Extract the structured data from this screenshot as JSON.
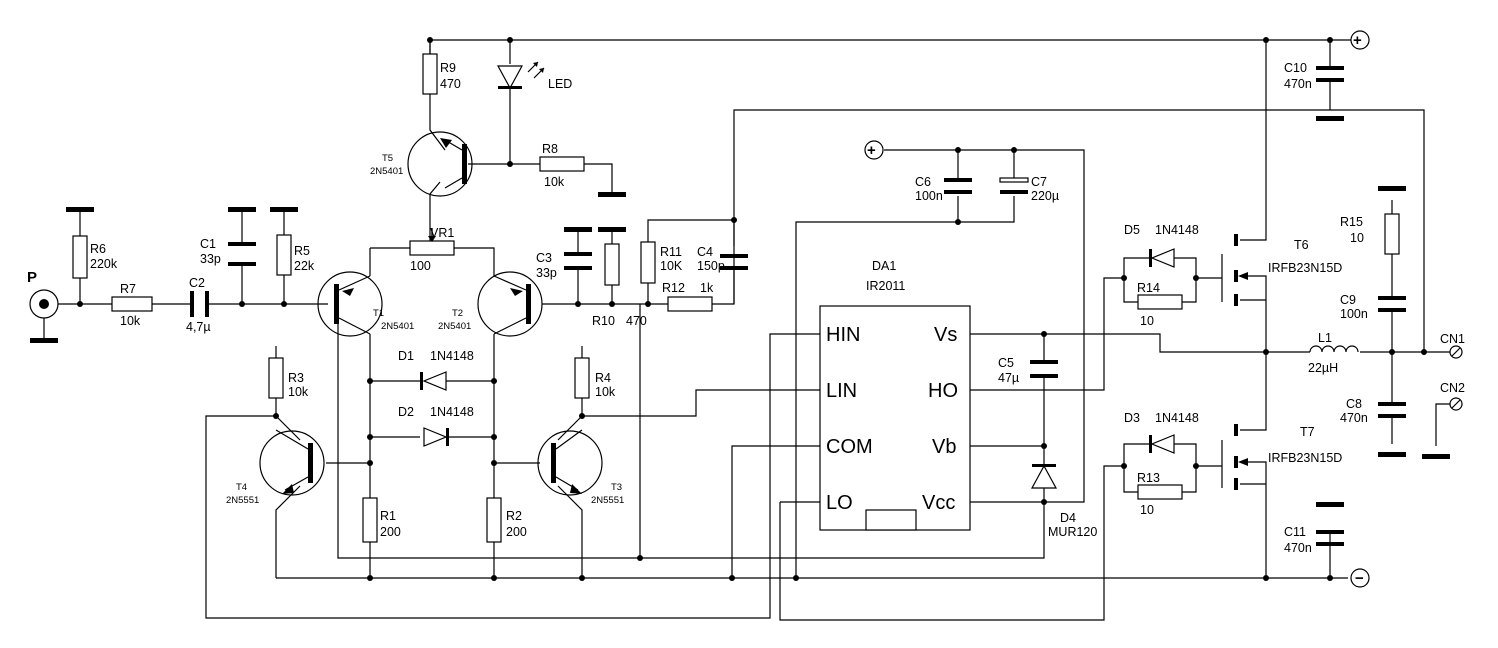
{
  "components": {
    "R1": {
      "name": "R1",
      "value": "200"
    },
    "R2": {
      "name": "R2",
      "value": "200"
    },
    "R3": {
      "name": "R3",
      "value": "10k"
    },
    "R4": {
      "name": "R4",
      "value": "10k"
    },
    "R5": {
      "name": "R5",
      "value": "22k"
    },
    "R6": {
      "name": "R6",
      "value": "220k"
    },
    "R7": {
      "name": "R7",
      "value": "10k"
    },
    "R8": {
      "name": "R8",
      "value": "10k"
    },
    "R9": {
      "name": "R9",
      "value": "470"
    },
    "R10": {
      "name": "R10",
      "value": "470"
    },
    "R11": {
      "name": "R11",
      "value": "10K"
    },
    "R12": {
      "name": "R12",
      "value": "1k"
    },
    "R13": {
      "name": "R13",
      "value": "10"
    },
    "R14": {
      "name": "R14",
      "value": "10"
    },
    "R15": {
      "name": "R15",
      "value": "10"
    },
    "VR1": {
      "name": "VR1",
      "value": "100"
    },
    "C1": {
      "name": "C1",
      "value": "33p"
    },
    "C2": {
      "name": "C2",
      "value": "4,7µ"
    },
    "C3": {
      "name": "C3",
      "value": "33p"
    },
    "C4": {
      "name": "C4",
      "value": "150p"
    },
    "C5": {
      "name": "C5",
      "value": "47µ"
    },
    "C6": {
      "name": "C6",
      "value": "100n"
    },
    "C7": {
      "name": "C7",
      "value": "220µ"
    },
    "C8": {
      "name": "C8",
      "value": "470n"
    },
    "C9": {
      "name": "C9",
      "value": "100n"
    },
    "C10": {
      "name": "C10",
      "value": "470n"
    },
    "C11": {
      "name": "C11",
      "value": "470n"
    },
    "L1": {
      "name": "L1",
      "value": "22µH"
    },
    "D1": {
      "name": "D1",
      "value": "1N4148"
    },
    "D2": {
      "name": "D2",
      "value": "1N4148"
    },
    "D3": {
      "name": "D3",
      "value": "1N4148"
    },
    "D4": {
      "name": "D4",
      "value": "MUR120"
    },
    "D5": {
      "name": "D5",
      "value": "1N4148"
    },
    "T1": {
      "name": "T1",
      "value": "2N5401"
    },
    "T2": {
      "name": "T2",
      "value": "2N5401"
    },
    "T3": {
      "name": "T3",
      "value": "2N5551"
    },
    "T4": {
      "name": "T4",
      "value": "2N5551"
    },
    "T5": {
      "name": "T5",
      "value": "2N5401"
    },
    "T6": {
      "name": "T6",
      "value": "IRFB23N15D"
    },
    "T7": {
      "name": "T7",
      "value": "IRFB23N15D"
    },
    "LED": {
      "name": "LED"
    },
    "DA1": {
      "name": "DA1",
      "value": "IR2011"
    }
  },
  "ic_pins": {
    "hin": "HIN",
    "lin": "LIN",
    "com": "COM",
    "lo": "LO",
    "vs": "Vs",
    "ho": "HO",
    "vb": "Vb",
    "vcc": "Vcc"
  },
  "connectors": {
    "input": "P",
    "out1": "CN1",
    "out2": "CN2",
    "plus": "+",
    "minus": "−"
  }
}
